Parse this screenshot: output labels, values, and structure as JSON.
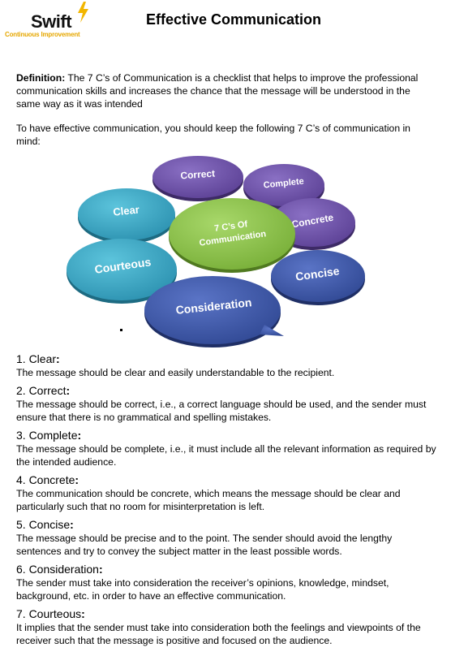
{
  "header": {
    "logo_word": "Swift",
    "logo_sub": "Continuous Improvement",
    "title": "Effective Communication"
  },
  "intro": {
    "definition_label": "Definition:",
    "definition_text": " The 7 C’s of Communication is a checklist that helps to improve the professional communication skills and increases the chance that the message will be understood in the same way as it was intended",
    "lead": "To have effective communication, you should keep the following 7 C’s of communication in mind:"
  },
  "diagram": {
    "center": [
      "7 C’s Of",
      "Communication"
    ],
    "bubbles": {
      "correct": "Correct",
      "complete": "Complete",
      "clear": "Clear",
      "concrete": "Concrete",
      "courteous": "Courteous",
      "concise": "Concise",
      "consideration": "Consideration"
    },
    "colors": {
      "purple": "#6a4fa3",
      "teal": "#3aa8c4",
      "green": "#8bc24a",
      "blue": "#3b56a8"
    }
  },
  "items": [
    {
      "head": "1. Clear",
      "colon": ":",
      "body": "The message should be clear and easily understandable to the recipient."
    },
    {
      "head": "2. Correct",
      "colon": ":",
      "body": "The message should be correct, i.e., a correct language should be used, and the sender must ensure that there is no grammatical and spelling mistakes."
    },
    {
      "head": "3. Complete",
      "colon": ":",
      "body": "The message should be complete, i.e., it must include all the relevant information as required by the intended audience."
    },
    {
      "head": "4. Concrete",
      "colon": ":",
      "body": "The communication should be concrete, which means the message should be clear and particularly such that no room for misinterpretation is left."
    },
    {
      "head": "5. Concise",
      "colon": ":",
      "body": "The message should be precise and to the point. The sender should avoid the lengthy sentences and try to convey the subject matter in the least possible words."
    },
    {
      "head": "6. Consideration",
      "colon": ":",
      "body": "The sender must take into consideration the receiver’s opinions, knowledge, mindset, background, etc. in order to have an effective communication."
    },
    {
      "head": "7. Courteous",
      "colon": ":",
      "body": "It implies that the sender must take into consideration both the feelings and viewpoints of the receiver such that the message is positive and focused on the audience."
    }
  ]
}
